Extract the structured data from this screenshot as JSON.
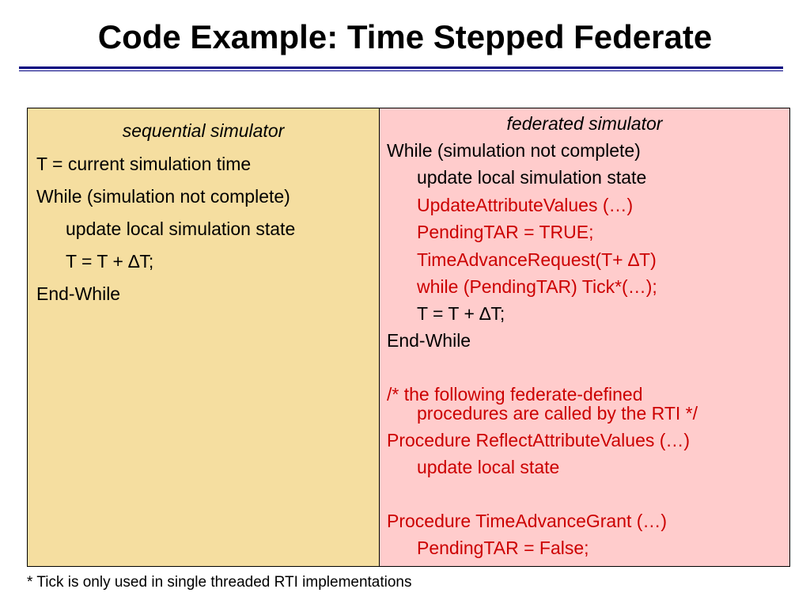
{
  "slide": {
    "title": "Code Example: Time Stepped Federate",
    "footnote": "* Tick is only used in single threaded RTI implementations"
  },
  "colors": {
    "title_rule": "#000080",
    "left_panel_bg": "#f5dea0",
    "right_panel_bg": "#ffcccc",
    "red_text": "#cc0000"
  },
  "sequential": {
    "heading": "sequential simulator",
    "lines": [
      "T = current simulation time",
      "While (simulation not complete)",
      "update local simulation state",
      "T = T + ∆T;",
      "End-While"
    ]
  },
  "federated": {
    "heading": "federated simulator",
    "lines": [
      "While (simulation not complete)",
      "update local simulation state",
      "UpdateAttributeValues (…)",
      "PendingTAR = TRUE;",
      "TimeAdvanceRequest(T+ ∆T)",
      "while (PendingTAR) Tick*(…);",
      "T = T + ∆T;",
      "End-While",
      "/* the following federate-defined",
      "procedures are called by the RTI */",
      "Procedure ReflectAttributeValues (…)",
      "update local state",
      "Procedure TimeAdvanceGrant (…)",
      "PendingTAR = False;"
    ]
  }
}
